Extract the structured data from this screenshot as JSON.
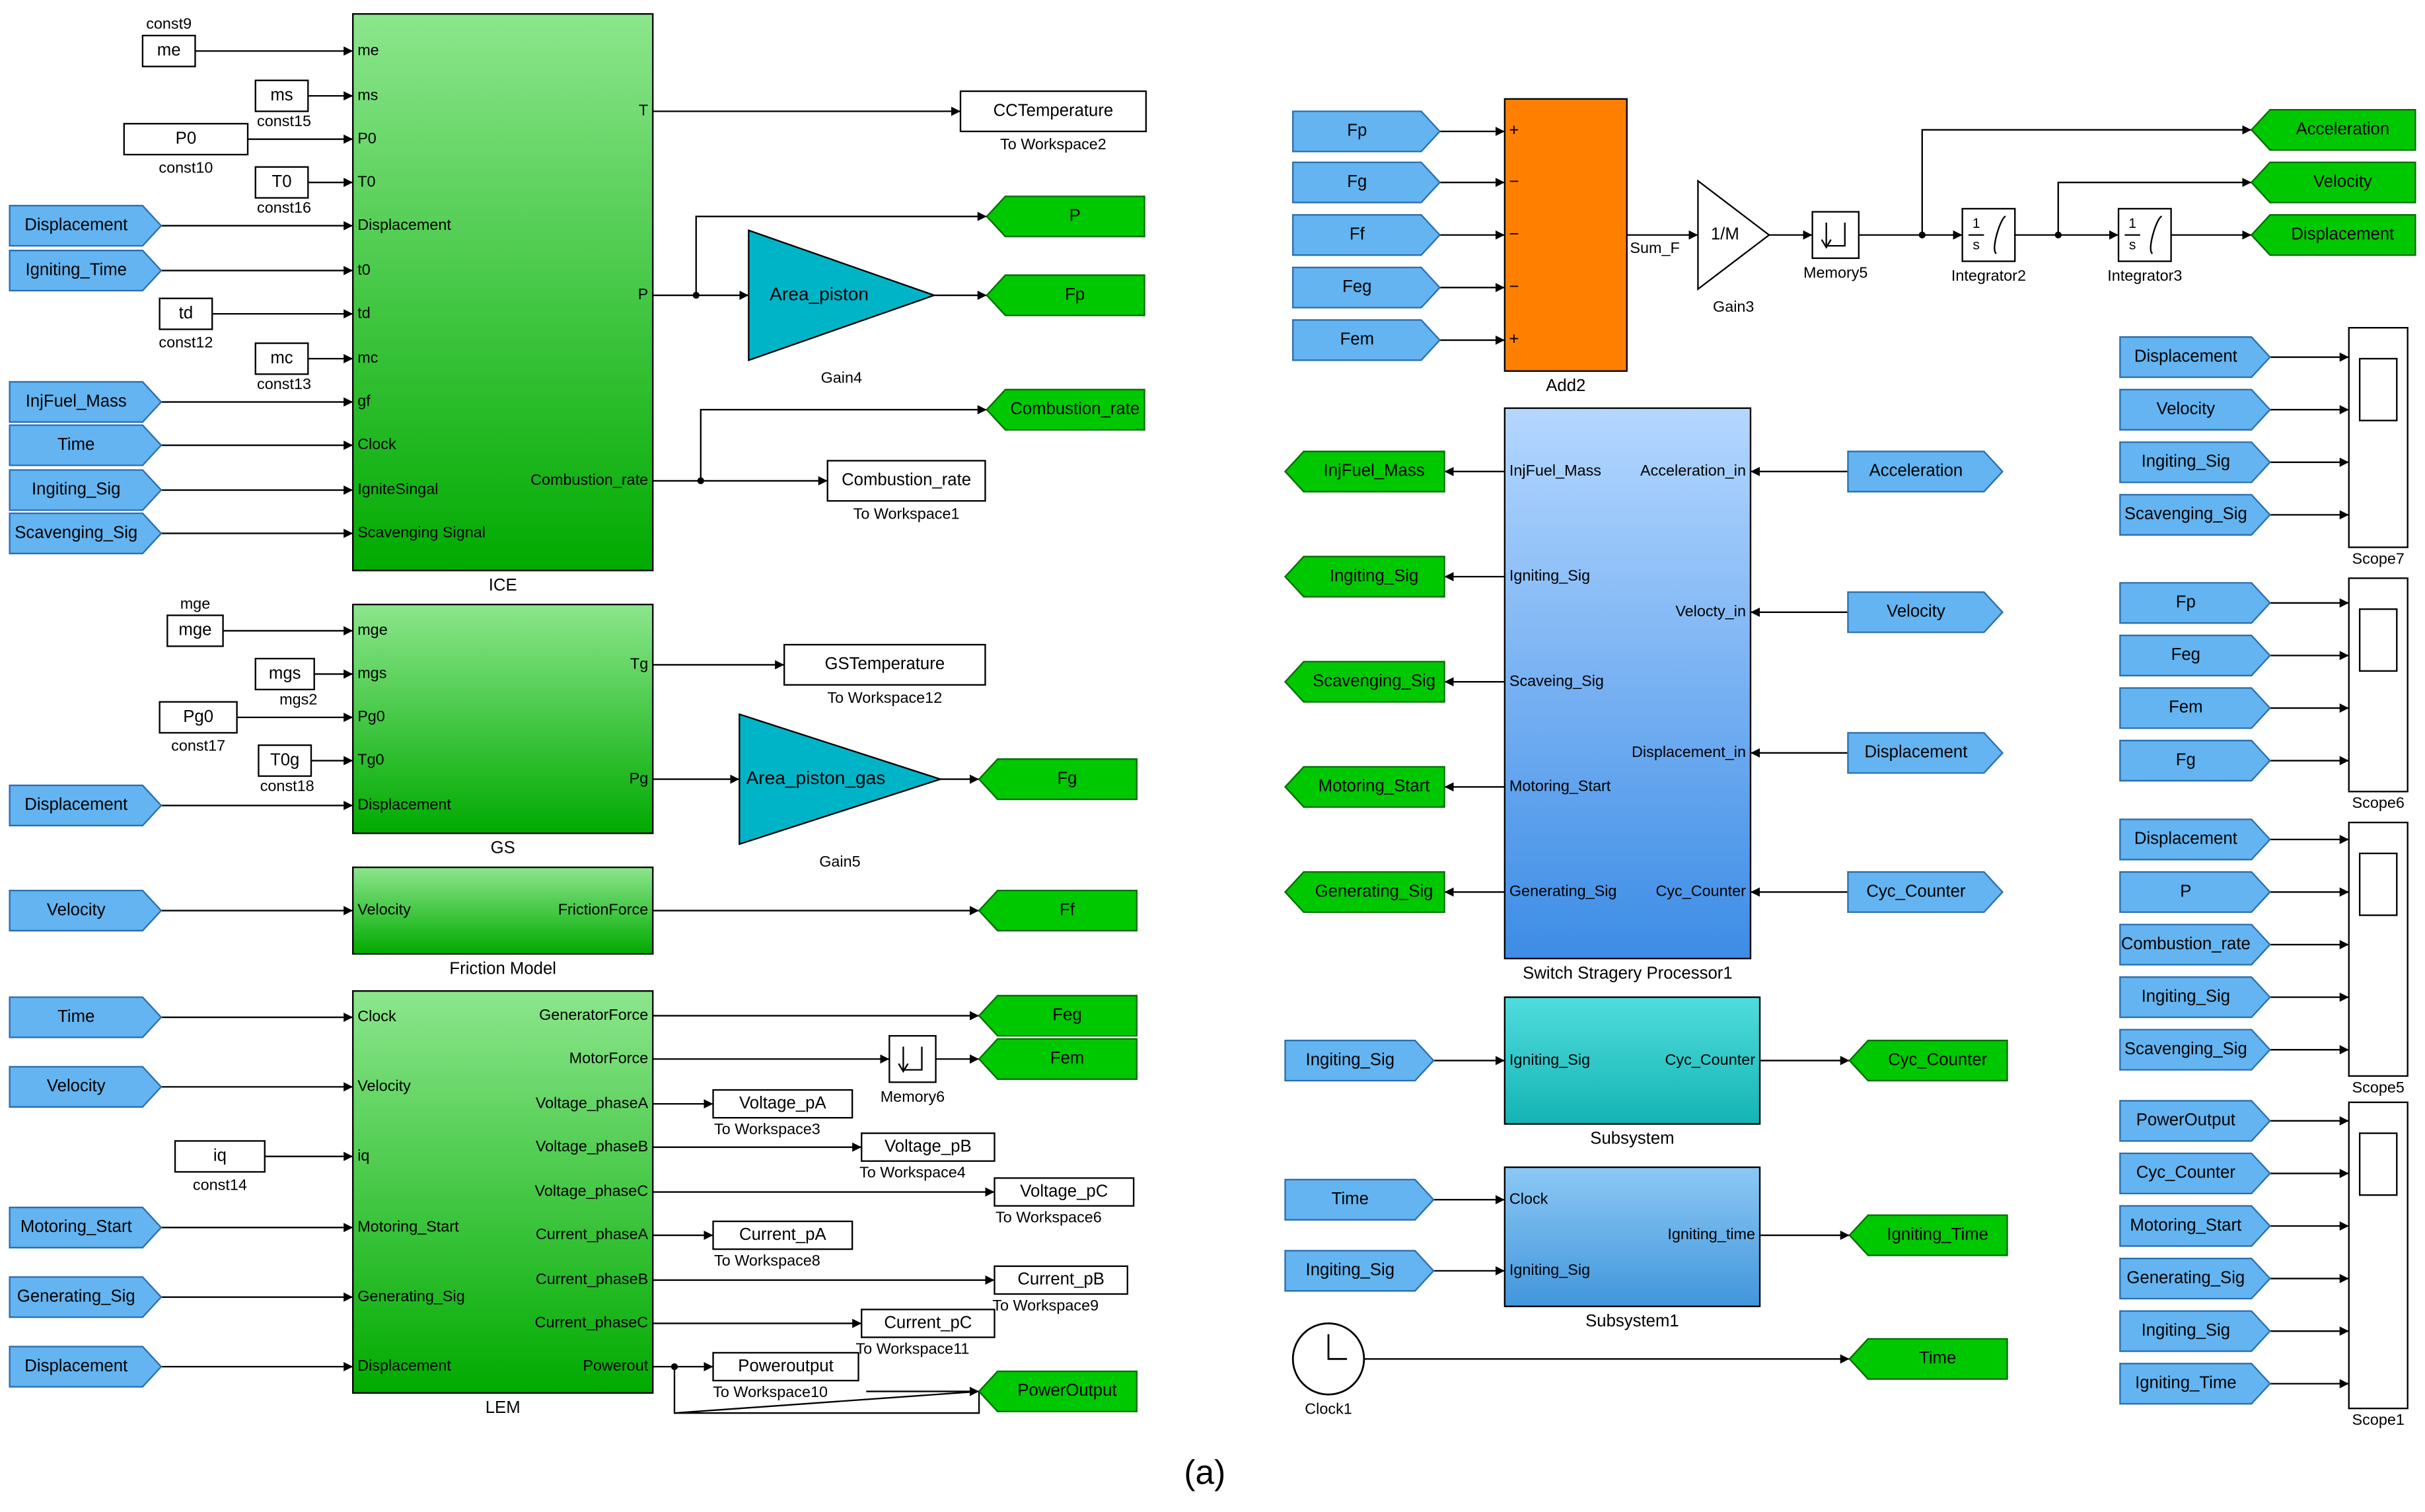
{
  "caption": "(a)",
  "colors": {
    "goto_green": "#00c800",
    "from_blue": "#63b4f0",
    "ice_green_top": "#8ce68c",
    "ice_green_bottom": "#00aa00",
    "gain_cyan": "#00b4c8",
    "add_orange": "#ff8000",
    "switch_blue_top": "#b4d7ff",
    "switch_blue_bottom": "#3c8ce6",
    "subsys_teal": "#28c8c8",
    "subsys1_blue": "#5aaae6"
  },
  "left": {
    "ice": {
      "title": "ICE",
      "inputs": [
        "me",
        "ms",
        "P0",
        "T0",
        "Displacement",
        "t0",
        "td",
        "mc",
        "gf",
        "Clock",
        "IgniteSingal",
        "Scavenging Signal"
      ],
      "outputs": [
        "T",
        "P",
        "Combustion_rate"
      ],
      "const_values": [
        "me",
        "ms",
        "P0",
        "T0",
        "td",
        "mc"
      ],
      "const_names": [
        "const9",
        "const15",
        "const10",
        "const16",
        "const12",
        "const13"
      ],
      "from_tags": [
        "Displacement",
        "Igniting_Time",
        "InjFuel_Mass",
        "Time",
        "Ingiting_Sig",
        "Scavenging_Sig"
      ]
    },
    "gs": {
      "title": "GS",
      "inputs": [
        "mge",
        "mgs",
        "Pg0",
        "Tg0",
        "Displacement"
      ],
      "outputs": [
        "Tg",
        "Pg"
      ],
      "const_values": [
        "mge",
        "mgs",
        "Pg0",
        "T0g"
      ],
      "const_names": [
        "mge",
        "mgs2",
        "const17",
        "const18"
      ],
      "from_tags": [
        "Displacement"
      ]
    },
    "friction": {
      "title": "Friction Model",
      "input": "Velocity",
      "output": "FrictionForce",
      "from_tag": "Velocity",
      "goto_tag": "Ff"
    },
    "lem": {
      "title": "LEM",
      "inputs": [
        "Clock",
        "Velocity",
        "iq",
        "Motoring_Start",
        "Generating_Sig",
        "Displacement"
      ],
      "outputs": [
        "GeneratorForce",
        "MotorForce",
        "Voltage_phaseA",
        "Voltage_phaseB",
        "Voltage_phaseC",
        "Current_phaseA",
        "Current_phaseB",
        "Current_phaseC",
        "Powerout"
      ],
      "from_tags": [
        "Time",
        "Velocity",
        "Motoring_Start",
        "Generating_Sig",
        "Displacement"
      ],
      "const_value": "iq",
      "const_name": "const14"
    },
    "workspace": [
      {
        "var": "CCTemperature",
        "name": "To Workspace2"
      },
      {
        "var": "Combustion_rate",
        "name": "To Workspace1"
      },
      {
        "var": "GSTemperature",
        "name": "To Workspace12"
      },
      {
        "var": "Voltage_pA",
        "name": "To Workspace3"
      },
      {
        "var": "Voltage_pB",
        "name": "To Workspace4"
      },
      {
        "var": "Voltage_pC",
        "name": "To Workspace6"
      },
      {
        "var": "Current_pA",
        "name": "To Workspace8"
      },
      {
        "var": "Current_pB",
        "name": "To Workspace9"
      },
      {
        "var": "Current_pC",
        "name": "To Workspace11"
      },
      {
        "var": "Poweroutput",
        "name": "To Workspace10"
      }
    ],
    "gains": [
      {
        "label": "Area_piston",
        "name": "Gain4"
      },
      {
        "label": "Area_piston_gas",
        "name": "Gain5"
      }
    ],
    "goto_tags": [
      "P",
      "Fp",
      "Combustion_rate",
      "Fg",
      "Ff",
      "Feg",
      "Fem",
      "PowerOutput"
    ],
    "memory6": "Memory6"
  },
  "right": {
    "sum": {
      "inputs": [
        "Fp",
        "Fg",
        "Ff",
        "Feg",
        "Fem"
      ],
      "signs": [
        "+",
        "−",
        "−",
        "−",
        "+"
      ],
      "name": "Add2",
      "output_label": "Sum_F"
    },
    "gain3": {
      "label": "1/M",
      "name": "Gain3"
    },
    "memory5": "Memory5",
    "integrator2": "Integrator2",
    "integrator3": "Integrator3",
    "integrator_num": "1",
    "integrator_den": "s",
    "outputs": [
      "Acceleration",
      "Velocity",
      "Displacement"
    ],
    "switch": {
      "name": "Switch Stragery Processor1",
      "left_ports": [
        "InjFuel_Mass",
        "Igniting_Sig",
        "Scaveing_Sig",
        "Motoring_Start",
        "Generating_Sig"
      ],
      "right_ports": [
        "Acceleration_in",
        "Velocty_in",
        "Displacement_in",
        "Cyc_Counter"
      ],
      "goto_tags": [
        "InjFuel_Mass",
        "Ingiting_Sig",
        "Scavenging_Sig",
        "Motoring_Start",
        "Generating_Sig"
      ],
      "from_tags": [
        "Acceleration",
        "Velocity",
        "Displacement",
        "Cyc_Counter"
      ]
    },
    "subsystem": {
      "name": "Subsystem",
      "in_port": "Igniting_Sig",
      "out_port": "Cyc_Counter",
      "from_tag": "Ingiting_Sig",
      "goto_tag": "Cyc_Counter"
    },
    "subsystem1": {
      "name": "Subsystem1",
      "in_ports": [
        "Clock",
        "Igniting_Sig"
      ],
      "out_port": "Igniting_time",
      "from_tags": [
        "Time",
        "Ingiting_Sig"
      ],
      "goto_tag": "Igniting_Time"
    },
    "clock": {
      "name": "Clock1",
      "goto_tag": "Time"
    },
    "scopes": [
      {
        "name": "Scope7",
        "inputs": [
          "Displacement",
          "Velocity",
          "Ingiting_Sig",
          "Scavenging_Sig"
        ]
      },
      {
        "name": "Scope6",
        "inputs": [
          "Fp",
          "Feg",
          "Fem",
          "Fg"
        ]
      },
      {
        "name": "Scope5",
        "inputs": [
          "Displacement",
          "P",
          "Combustion_rate",
          "Ingiting_Sig",
          "Scavenging_Sig"
        ]
      },
      {
        "name": "Scope1",
        "inputs": [
          "PowerOutput",
          "Cyc_Counter",
          "Motoring_Start",
          "Generating_Sig",
          "Ingiting_Sig",
          "Igniting_Time"
        ]
      }
    ]
  }
}
